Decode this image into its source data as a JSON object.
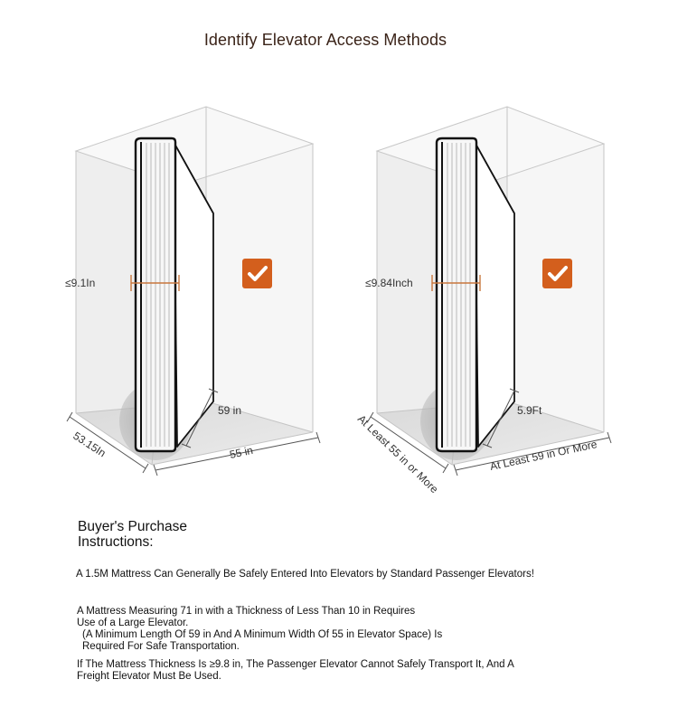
{
  "title": "Identify Elevator Access Methods",
  "left_panel": {
    "thickness": "≤9.1In",
    "length": "59 in",
    "width": "55 in",
    "depth": "53.15In",
    "check_icon": "checkmark-icon"
  },
  "right_panel": {
    "thickness": "≤9.84Inch",
    "length": "5.9Ft",
    "width": "At Least 59 in Or More",
    "depth": "At Least 55 in or More",
    "check_icon": "checkmark-icon"
  },
  "colors": {
    "accent": "#d35f1d",
    "dimension_line": "#c8773d",
    "title": "#3a2318"
  },
  "instructions": {
    "heading_line1": "Buyer's Purchase",
    "heading_line2": "Instructions:",
    "p1": "A 1.5M Mattress Can Generally Be Safely Entered Into Elevators by Standard Passenger Elevators!",
    "p2_line1": "A Mattress Measuring 71 in with a Thickness of Less Than 10 in Requires",
    "p2_line2": "Use of a Large Elevator.",
    "p2_line3": "(A Minimum Length Of 59 in And A Minimum Width Of 55 in Elevator Space) Is",
    "p2_line4": "Required For Safe Transportation.",
    "p3_line1": "If The Mattress Thickness Is ≥9.8 in, The Passenger Elevator Cannot Safely Transport It, And A",
    "p3_line2": "Freight Elevator Must Be Used."
  }
}
